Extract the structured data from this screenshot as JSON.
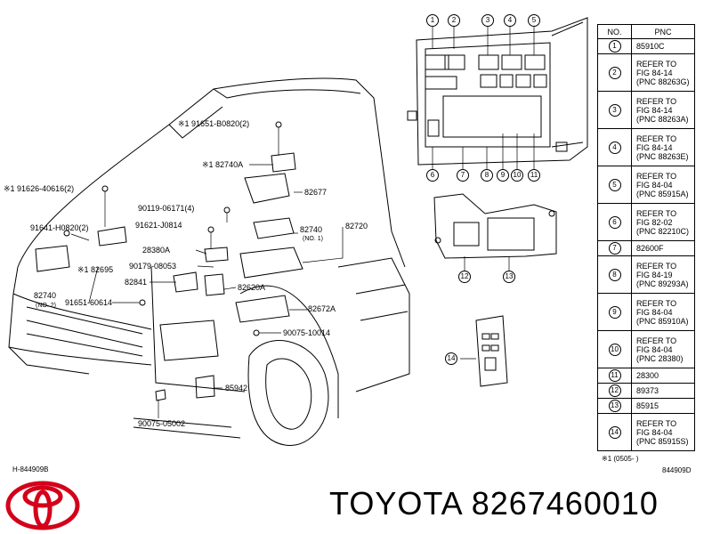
{
  "part_labels": {
    "p91651_b0820": "※1 91651-B0820(2)",
    "p82740a": "※1 82740A",
    "p91626_40616": "※1 91626-40616(2)",
    "p82677": "82677",
    "p90119_06171": "90119-06171(4)",
    "p91621_j0814": "91621-J0814",
    "p82740_no1_main": "82740",
    "p82740_no1_sub": "(NO. 1)",
    "p82720": "82720",
    "p91641_h0820": "91641-H0820(2)",
    "p82695": "※1 82695",
    "p28380a": "28380A",
    "p90179_08053": "90179-08053",
    "p82841": "82841",
    "p82620a": "82620A",
    "p82740_no2_main": "82740",
    "p82740_no2_sub": "(NO. 2)",
    "p91651_60614": "91651-60614",
    "p82672a": "82672A",
    "p90075_10014": "90075-10014",
    "p85942": "85942",
    "p90075_05002": "90075-05002"
  },
  "callouts_top": [
    "1",
    "2",
    "3",
    "4",
    "5"
  ],
  "callouts_bottom": [
    "6",
    "7",
    "8",
    "9",
    "10",
    "11"
  ],
  "callout_12": "12",
  "callout_13": "13",
  "callout_14": "14",
  "table": {
    "header_no": "NO.",
    "header_pnc": "PNC",
    "rows": [
      {
        "no": "1",
        "pnc": "85910C"
      },
      {
        "no": "2",
        "pnc": "REFER TO\nFIG 84-14\n(PNC 88263G)"
      },
      {
        "no": "3",
        "pnc": "REFER TO\nFIG 84-14\n(PNC 88263A)"
      },
      {
        "no": "4",
        "pnc": "REFER TO\nFIG 84-14\n(PNC 88263E)"
      },
      {
        "no": "5",
        "pnc": "REFER TO\nFIG 84-04\n(PNC 85915A)"
      },
      {
        "no": "6",
        "pnc": "REFER TO\nFIG 82-02\n(PNC 82210C)"
      },
      {
        "no": "7",
        "pnc": "82600F"
      },
      {
        "no": "8",
        "pnc": "REFER TO\nFIG 84-19\n(PNC 89293A)"
      },
      {
        "no": "9",
        "pnc": "REFER TO\nFIG 84-04\n(PNC 85910A)"
      },
      {
        "no": "10",
        "pnc": "REFER TO\nFIG 84-04\n(PNC 28380)"
      },
      {
        "no": "11",
        "pnc": "28300"
      },
      {
        "no": "12",
        "pnc": "89373"
      },
      {
        "no": "13",
        "pnc": "85915"
      },
      {
        "no": "14",
        "pnc": "REFER TO\nFIG 84-04\n(PNC 85915S)"
      }
    ]
  },
  "note": "※1 (0505-        )",
  "code_left": "H-844909B",
  "code_right": "844909D",
  "brand": "TOYOTA 8267460010",
  "logo_icon": "toyota-logo-icon",
  "logo_color": "#d4001a"
}
